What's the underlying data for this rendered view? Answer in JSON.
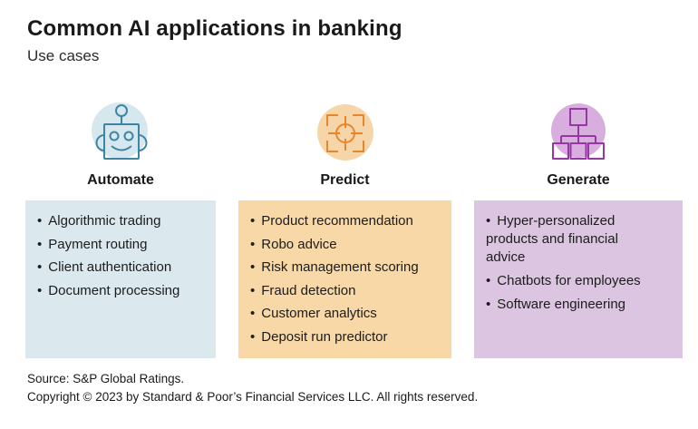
{
  "header": {
    "title": "Common AI applications in banking",
    "subtitle": "Use cases"
  },
  "bullet_char": "•",
  "columns": [
    {
      "label": "Automate",
      "icon": "robot-icon",
      "accent_color": "#3d85a4",
      "circle_color": "#d7e7ee",
      "box_color": "#dbe8ee",
      "items": [
        "Algorithmic trading",
        "Payment routing",
        "Client authentication",
        "Document processing"
      ]
    },
    {
      "label": "Predict",
      "icon": "target-icon",
      "accent_color": "#e8862e",
      "circle_color": "#f6d6a8",
      "box_color": "#f8d8a7",
      "items": [
        "Product recommendation",
        "Robo advice",
        "Risk management scoring",
        "Fraud detection",
        "Customer analytics",
        "Deposit run predictor"
      ]
    },
    {
      "label": "Generate",
      "icon": "hierarchy-icon",
      "accent_color": "#9638a4",
      "circle_color": "#d8aede",
      "box_color": "#dcc5e1",
      "items": [
        "Hyper-personalized products and financial advice",
        "Chatbots for employees",
        "Software engineering"
      ]
    }
  ],
  "footer": {
    "source": "Source: S&P Global Ratings.",
    "copyright": "Copyright © 2023 by Standard & Poor’s Financial Services LLC. All rights reserved."
  }
}
